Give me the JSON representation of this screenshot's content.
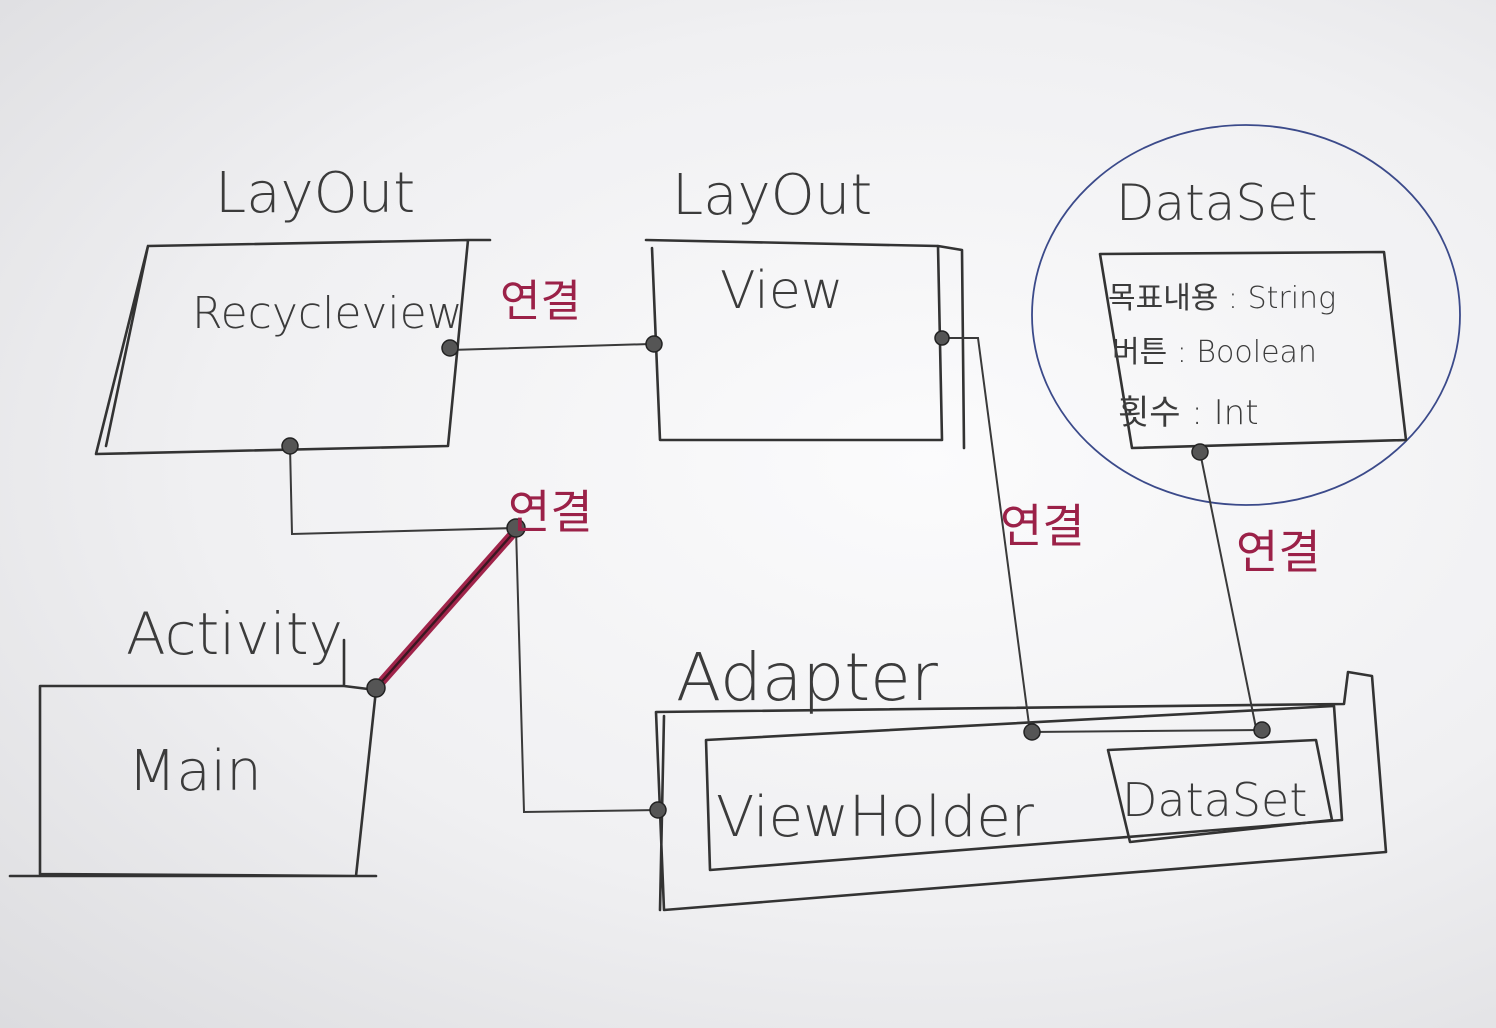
{
  "layout_left": {
    "group_label": "LayOut",
    "box_label": "Recycleview"
  },
  "layout_right": {
    "group_label": "LayOut",
    "box_label": "View"
  },
  "dataset": {
    "title": "DataSet",
    "fields": [
      "목표내용 : String",
      "버튼 : Boolean",
      "횟수 : Int"
    ]
  },
  "activity": {
    "group_label": "Activity",
    "box_label": "Main"
  },
  "adapter": {
    "group_label": "Adapter",
    "viewholder_label": "ViewHolder",
    "dataset_label": "DataSet"
  },
  "connections": {
    "recycle_view": "연결",
    "recycle_main": "연결",
    "view_viewholder": "연결",
    "dataset_viewholder": "연결"
  },
  "colors": {
    "ink": "#333333",
    "red_marker": "#9b2148",
    "blue_pen": "#3b4a8a"
  }
}
